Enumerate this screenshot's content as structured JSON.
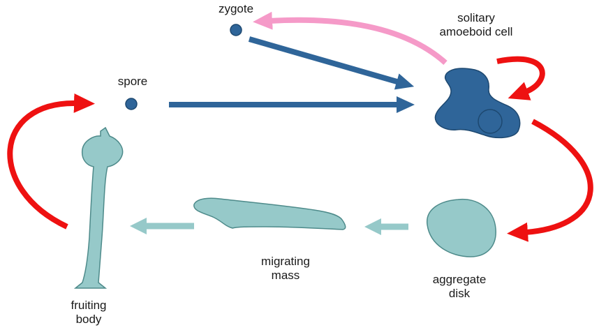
{
  "labels": {
    "zygote": "zygote",
    "solitary_line1": "solitary",
    "solitary_line2": "amoeboid cell",
    "spore": "spore",
    "migrating_line1": "migrating",
    "migrating_line2": "mass",
    "aggregate_line1": "aggregate",
    "aggregate_line2": "disk",
    "fruiting_line1": "fruiting",
    "fruiting_line2": "body"
  },
  "colors": {
    "dark_blue": "#2f6599",
    "teal": "#96c9c9",
    "red": "#ee1111",
    "pink": "#f59ac8"
  }
}
